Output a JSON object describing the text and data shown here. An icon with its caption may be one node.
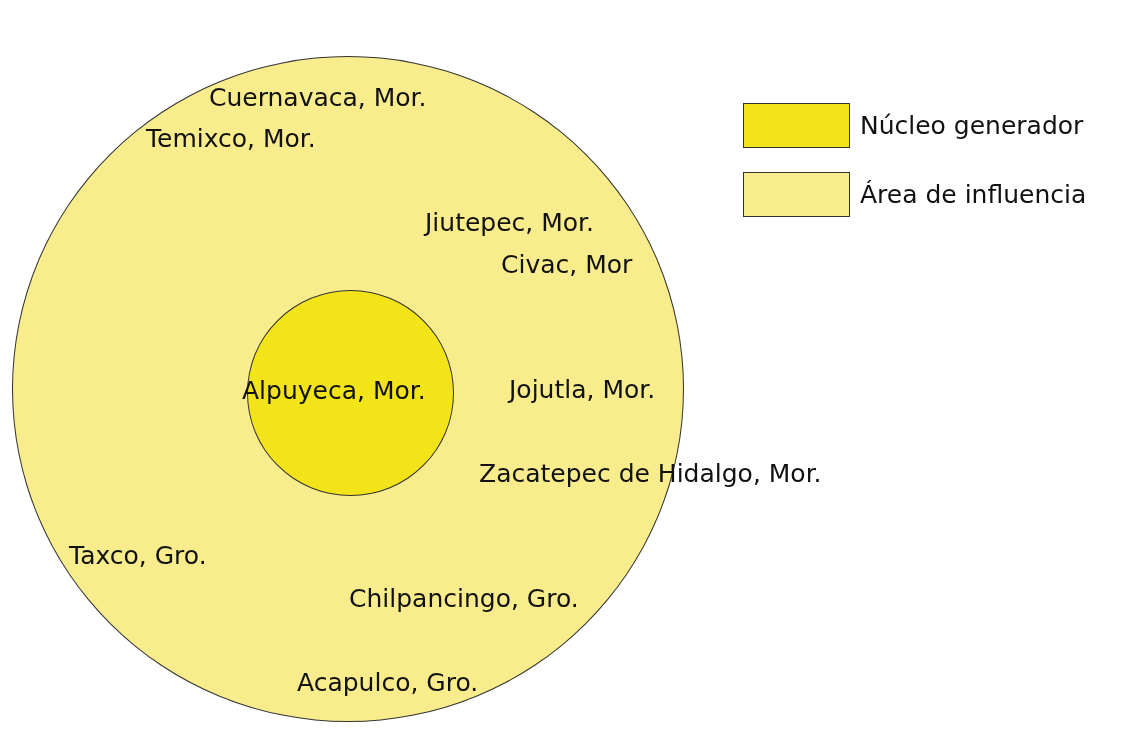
{
  "diagram": {
    "nodes": [
      {
        "text": [
          "Cuernavaca, Mor.",
          "Temixco, Mor.",
          "Jiutepec, Mor.",
          "Civac, Mor",
          "Jojutla, Mor.",
          "Zacatepec de Hidalgo, Mor.",
          "Taxco, Gro.",
          "Chilpancingo, Gro.",
          "Acapulco, Gro."
        ]
      },
      {
        "text": [
          "Alpuyeca, Mor."
        ],
        "in": 0
      }
    ],
    "edges": [],
    "legend": [
      {
        "text": "Núcleo generador",
        "color": "#f2e418"
      },
      {
        "text": "Área de influencia",
        "color": "#f8ec8c"
      }
    ]
  }
}
